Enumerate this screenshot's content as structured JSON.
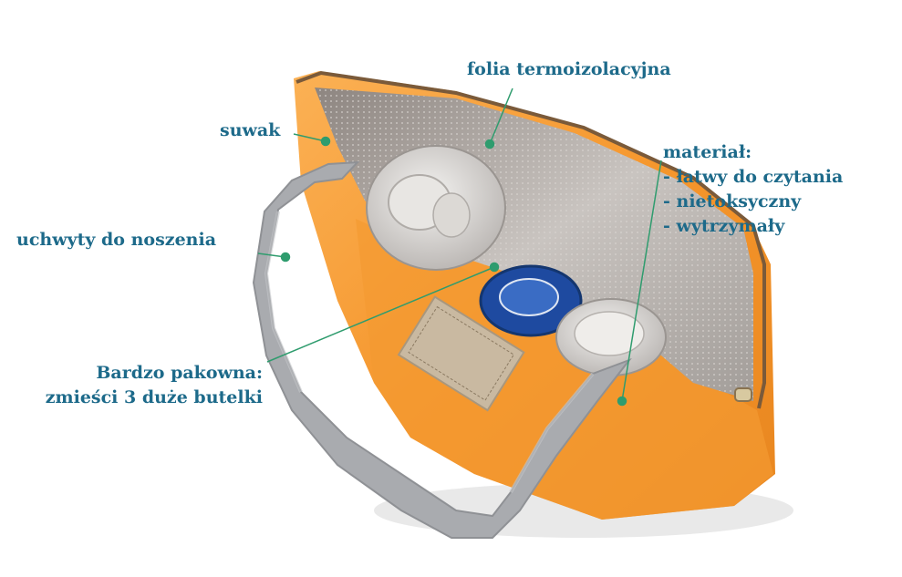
{
  "labels": {
    "folia": "folia termoizolacyjna",
    "suwak": "suwak",
    "uchwyty": "uchwyty do noszenia",
    "material": {
      "title": "materiał:",
      "items": [
        "- łatwy do czytania",
        "- nietoksyczny",
        "- wytrzymały"
      ]
    },
    "pakowna": {
      "line1": "Bardzo pakowna:",
      "line2": "zmieści 3 duże butelki"
    }
  },
  "colors": {
    "label_text": "#1d6a8a",
    "leader_line": "#2f9c6e",
    "bag_orange": "#f5972e",
    "strap_gray": "#a7a9ad",
    "liner_silver": "#b9b4b0",
    "bottle_cap_blue": "#1e4aa0"
  }
}
